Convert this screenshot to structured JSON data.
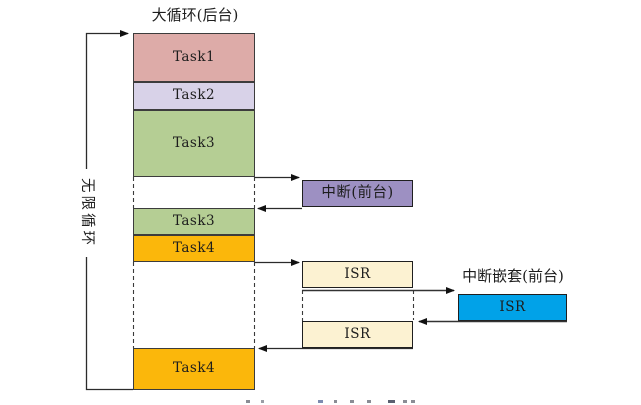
{
  "figure": {
    "title": "大循环(后台)",
    "left_loop_label": "无限循环",
    "background_tasks": [
      {
        "label": "Task1",
        "color": "#DDABA8"
      },
      {
        "label": "Task2",
        "color": "#D8D2E8"
      },
      {
        "label": "Task3",
        "color": "#B5CE94"
      },
      {
        "label": "Task3",
        "color": "#B5CE94"
      },
      {
        "label": "Task4",
        "color": "#FBB70B"
      },
      {
        "label": "Task4",
        "color": "#FBB70B"
      }
    ],
    "interrupt": {
      "label": "中断(前台)",
      "color": "#9D90C2"
    },
    "isr_first": {
      "label": "ISR",
      "color": "#FCF2D2"
    },
    "isr_second": {
      "label": "ISR",
      "color": "#FCF2D2"
    },
    "nested_interrupt": {
      "title": "中断嵌套(前台)",
      "isr_label": "ISR",
      "color": "#01A2E8"
    },
    "colors": {
      "line": "#2b2b2b",
      "dashed_line": "#3a3a3a",
      "block_border": "#3c3c3c"
    }
  }
}
